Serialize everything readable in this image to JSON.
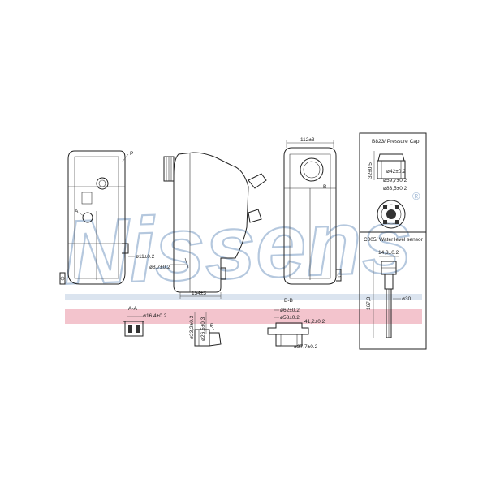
{
  "watermark": {
    "text": "Nissens",
    "registered": "®"
  },
  "colors": {
    "stripe_blue": "#dbe4ef",
    "stripe_pink": "#f3c4cd",
    "watermark": "#a9bfd9"
  },
  "views": {
    "left": {
      "label_p": "P",
      "label_a": "A",
      "dim_small": "ø11±0.2"
    },
    "side": {
      "dim_outlet": "ø8,7±0.2",
      "dim_width": "154±3"
    },
    "right": {
      "dim_width": "112±3",
      "label_b": "B"
    }
  },
  "panel_cap": {
    "title": "B823/ Pressure Cap",
    "dim_height": "32±0,5",
    "dim_1": "ø42±0.2",
    "dim_2": "ø59,7±0.2",
    "dim_3": "ø83,5±0.2"
  },
  "panel_sensor": {
    "title": "C005/ Water level sensor",
    "dim_width": "14,3±0.2",
    "dim_height": "167,3",
    "dim_dia": "ø30"
  },
  "details": {
    "aa": {
      "title": "A-A",
      "dim": "ø16,4±0.2"
    },
    "p": {
      "label": "P",
      "dim_1": "ø23,2±0.3",
      "dim_2": "ø26,5±0.3"
    },
    "bb": {
      "title": "B-B",
      "dim_1": "ø62±0.2",
      "dim_2": "ø58±0.2",
      "dim_3": "41,2±0.2",
      "dim_4": "ø27,7±0.2"
    }
  }
}
